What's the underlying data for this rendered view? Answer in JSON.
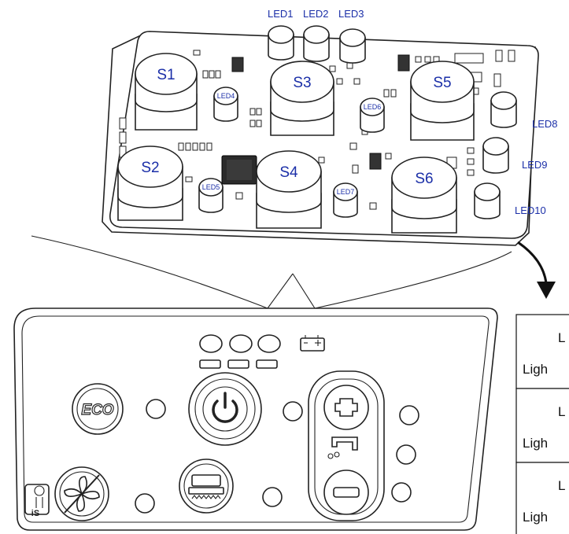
{
  "pcb": {
    "switches": [
      "S1",
      "S2",
      "S3",
      "S4",
      "S5",
      "S6"
    ],
    "leds_top": [
      "LED1",
      "LED2",
      "LED3"
    ],
    "leds_inner": [
      "LED4",
      "LED5",
      "LED6",
      "LED7"
    ],
    "leds_right": [
      "LED8",
      "LED9",
      "LED10"
    ]
  },
  "panel": {
    "eco_label": "ECO",
    "is_label": "iS"
  },
  "table": {
    "rows": [
      {
        "col1": "L",
        "col2": "Ligh"
      },
      {
        "col1": "L",
        "col2": "Ligh"
      },
      {
        "col1": "L",
        "col2": "Ligh"
      }
    ]
  },
  "colors": {
    "label": "#1b2fa8",
    "line": "#222222"
  }
}
